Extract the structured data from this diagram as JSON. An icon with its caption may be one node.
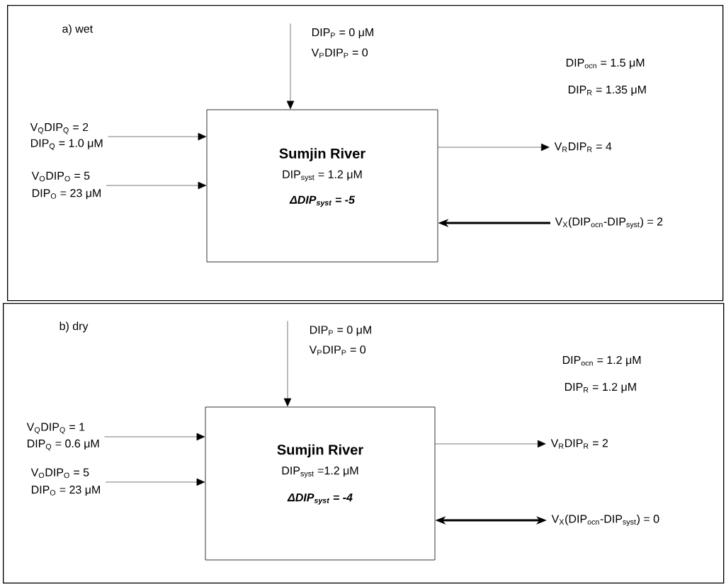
{
  "diagram": {
    "nodes": [
      {
        "text": [
          "a) wet"
        ]
      },
      {
        "text": [
          "Sumjin River",
          "DIP$_{syst}$ = 1.2 μM",
          "ΔDIP$_{syst}$ = -5"
        ],
        "in": 0
      },
      {
        "text": [
          "DIP$_{P}$ = 0 μM",
          "V$_{P}$DIP$_{P}$ = 0"
        ],
        "in": 0
      },
      {
        "text": [
          "V$_{Q}$DIP$_{Q}$ = 2",
          "DIP$_{Q}$ = 1.0 μM"
        ],
        "in": 0
      },
      {
        "text": [
          "V$_{O}$DIP$_{O}$ = 5",
          "DIP$_{O}$ = 23 μM"
        ],
        "in": 0
      },
      {
        "text": [
          "V$_{R}$DIP$_{R}$ = 4"
        ],
        "in": 0
      },
      {
        "text": [
          "V$_{X}$(DIP$_{ocn}$-DIP$_{syst}$) = 2"
        ],
        "in": 0
      },
      {
        "text": [
          "b) dry"
        ]
      },
      {
        "text": [
          "Sumjin River",
          "DIP$_{syst}$ =1.2 μM",
          "ΔDIP$_{syst}$ = -4"
        ],
        "in": 7
      },
      {
        "text": [
          "DIP$_{P}$ = 0 μM",
          "V$_{P}$DIP$_{P}$ = 0"
        ],
        "in": 7
      },
      {
        "text": [
          "V$_{Q}$DIP$_{Q}$ = 1",
          "DIP$_{Q}$ = 0.6 μM"
        ],
        "in": 7
      },
      {
        "text": [
          "V$_{O}$DIP$_{O}$ = 5",
          "DIP$_{O}$ = 23 μM"
        ],
        "in": 7
      },
      {
        "text": [
          "V$_{R}$DIP$_{R}$ = 2"
        ],
        "in": 7
      },
      {
        "text": [
          "V$_{X}$(DIP$_{ocn}$-DIP$_{syst}$) = 0"
        ],
        "in": 7
      }
    ],
    "edges": [
      {
        "from": 2,
        "to": 1,
        "arrow": "to"
      },
      {
        "from": 3,
        "to": 1,
        "arrow": "to"
      },
      {
        "from": 4,
        "to": 1,
        "arrow": "to"
      },
      {
        "from": 1,
        "to": 5,
        "arrow": "to"
      },
      {
        "from": 6,
        "to": 1,
        "arrow": "to",
        "style": "thick"
      },
      {
        "from": 9,
        "to": 8,
        "arrow": "to"
      },
      {
        "from": 10,
        "to": 8,
        "arrow": "to"
      },
      {
        "from": 11,
        "to": 8,
        "arrow": "to"
      },
      {
        "from": 8,
        "to": 12,
        "arrow": "to"
      },
      {
        "from": 8,
        "to": 13,
        "arrow": "both",
        "style": "thick"
      }
    ],
    "labels": [
      "DIP$_{ocn}$ = 1.5 μM",
      "DIP$_{R}$ = 1.35 μM",
      "DIP$_{ocn}$ = 1.2 μM",
      "DIP$_{R}$ = 1.2 μM"
    ]
  }
}
